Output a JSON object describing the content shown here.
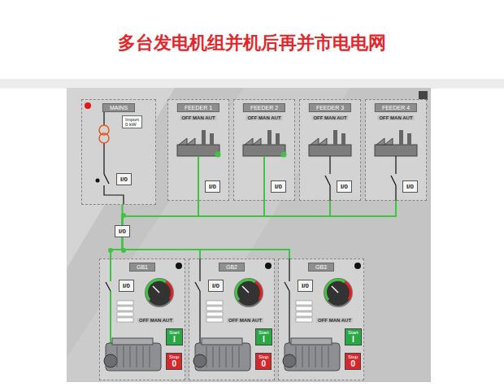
{
  "diagram": {
    "title": "多台发电机组并机后再并市电电网",
    "nodes": [
      {
        "text": [
          "MAINS"
        ]
      },
      {
        "text": [
          "Import",
          "0 kW"
        ],
        "in": 0
      },
      {
        "text": [
          "I/0"
        ],
        "in": 0
      },
      {
        "text": [
          "FEEDER 1",
          "OFF MAN AUT"
        ]
      },
      {
        "text": [
          "FEEDER 2",
          "OFF MAN AUT"
        ]
      },
      {
        "text": [
          "FEEDER 3",
          "OFF MAN AUT"
        ]
      },
      {
        "text": [
          "FEEDER 4",
          "OFF MAN AUT"
        ]
      },
      {
        "text": [
          "I/0"
        ],
        "in": 3
      },
      {
        "text": [
          "I/0"
        ],
        "in": 4
      },
      {
        "text": [
          "I/0"
        ],
        "in": 5
      },
      {
        "text": [
          "I/0"
        ],
        "in": 6
      },
      {
        "text": [
          "I/0"
        ]
      },
      {
        "text": [
          "GB1",
          "OFF MAN AUT"
        ]
      },
      {
        "text": [
          "I/0"
        ],
        "in": 12
      },
      {
        "text": [
          "Start",
          "I"
        ],
        "in": 12
      },
      {
        "text": [
          "Stop",
          "0"
        ],
        "in": 12
      },
      {
        "text": [
          "GB2",
          "OFF MAN AUT"
        ]
      },
      {
        "text": [
          "I/0"
        ],
        "in": 16
      },
      {
        "text": [
          "Start",
          "I"
        ],
        "in": 16
      },
      {
        "text": [
          "Stop",
          "0"
        ],
        "in": 16
      },
      {
        "text": [
          "GB3",
          "OFF MAN AUT"
        ]
      },
      {
        "text": [
          "I/0"
        ],
        "in": 20
      },
      {
        "text": [
          "Start",
          "I"
        ],
        "in": 20
      },
      {
        "text": [
          "Stop",
          "0"
        ],
        "in": 20
      }
    ],
    "edges": [
      {
        "from": 0,
        "to": 11,
        "arrow": "none"
      },
      {
        "from": 3,
        "to": 11,
        "arrow": "none"
      },
      {
        "from": 4,
        "to": 11,
        "arrow": "none"
      },
      {
        "from": 5,
        "to": 11,
        "arrow": "none"
      },
      {
        "from": 6,
        "to": 11,
        "arrow": "none"
      },
      {
        "from": 11,
        "to": 12,
        "arrow": "none"
      },
      {
        "from": 11,
        "to": 16,
        "arrow": "none"
      },
      {
        "from": 11,
        "to": 20,
        "arrow": "none"
      }
    ]
  }
}
